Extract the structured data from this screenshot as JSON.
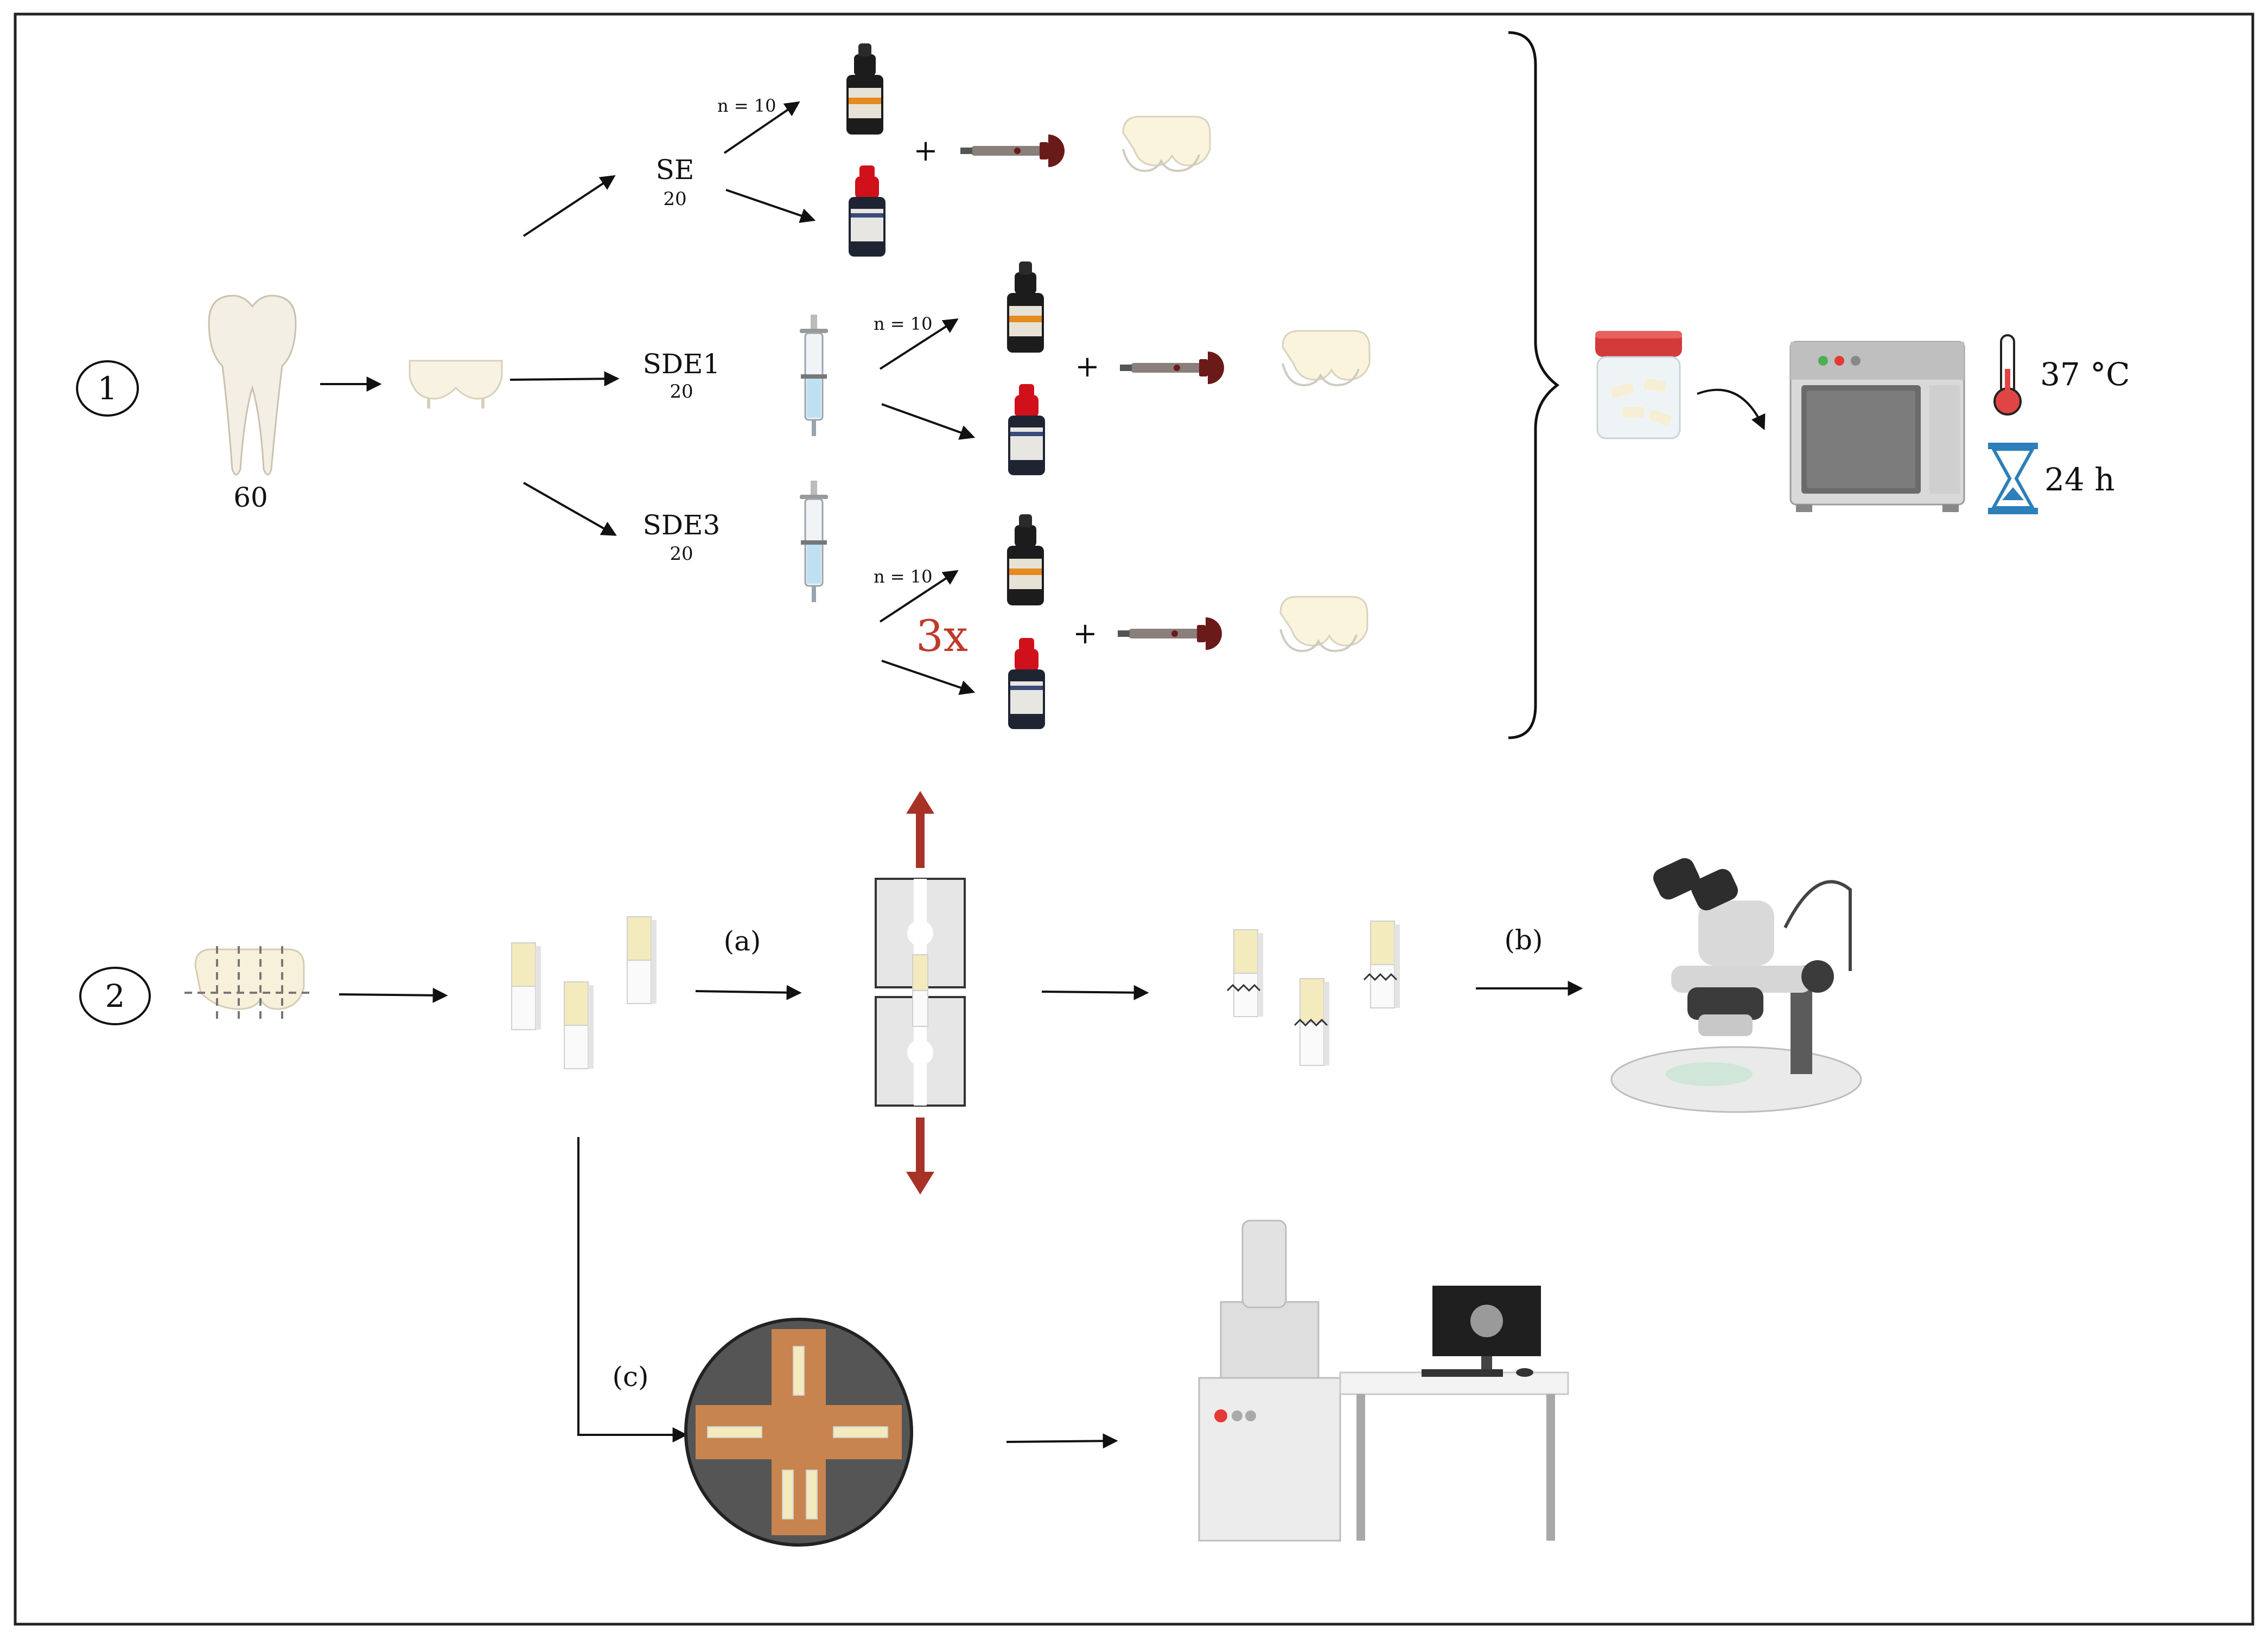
{
  "steps": {
    "step1": "1",
    "step2": "2"
  },
  "tooth_count": "60",
  "groups": [
    {
      "name": "SE",
      "count": "20",
      "n": "n = 10"
    },
    {
      "name": "SDE1",
      "count": "20",
      "n": "n = 10"
    },
    {
      "name": "SDE3",
      "count": "20",
      "n": "n = 10"
    }
  ],
  "plus": "+",
  "repeat_label": "3x",
  "conditions": {
    "temperature": "37 °C",
    "time": "24 h"
  },
  "tests": {
    "a": "(a)",
    "b": "(b)",
    "c": "(c)"
  },
  "colors": {
    "frame": "#222222",
    "arrow": "#111111",
    "red_arrow": "#a93226",
    "adhesive_black": "#1c1c1c",
    "adhesive_red": "#d0101a",
    "composite_tip": "#6b1a1a",
    "tooth": "#f3efe4",
    "crown": "#fbf6e6",
    "stub": "#c8844e",
    "stub_bg": "#555555",
    "jar_cap": "#d33a3a",
    "thermo_red": "#e04545",
    "hourglass_blue": "#2c7fb8"
  },
  "icons": [
    "molar-tooth-icon",
    "crown-section-icon",
    "black-adhesive-bottle-icon",
    "red-adhesive-bottle-icon",
    "composite-syringe-icon",
    "restored-crown-icon",
    "dentin-syringe-icon",
    "specimen-jar-icon",
    "incubator-icon",
    "thermometer-icon",
    "hourglass-icon",
    "sectioned-tooth-icon",
    "stick-specimens-icon",
    "microtensile-jig-icon",
    "fractured-sticks-icon",
    "stereomicroscope-icon",
    "sem-stub-icon",
    "sem-microscope-icon"
  ]
}
